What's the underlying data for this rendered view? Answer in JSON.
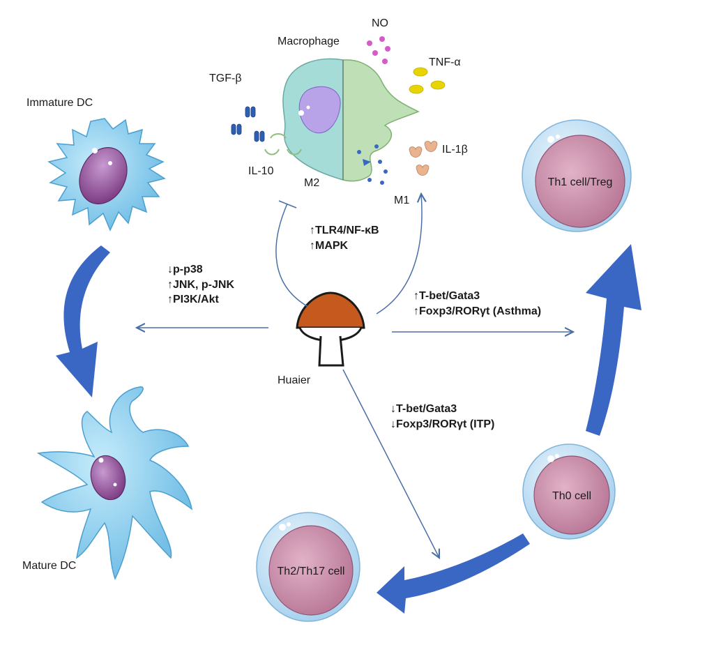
{
  "cells": {
    "immature_dc": "Immature DC",
    "mature_dc": "Mature DC",
    "macrophage": "Macrophage",
    "m2": "M2",
    "m1": "M1",
    "th1_treg": "Th1 cell/Treg",
    "th0": "Th0 cell",
    "th2_th17": "Th2/Th17 cell",
    "huaier": "Huaier"
  },
  "cytokines": {
    "no": "NO",
    "tnf": "TNF-α",
    "tgf": "TGF-β",
    "il10": "IL-10",
    "il1b": "IL-1β"
  },
  "pathways": {
    "dc": [
      "↓p-p38",
      "↑JNK, p-JNK",
      "↑PI3K/Akt"
    ],
    "macrophage": [
      "↑TLR4/NF-κB",
      "↑MAPK"
    ],
    "up_tcell": [
      "↑T-bet/Gata3",
      "↑Foxp3/RORγt (Asthma)"
    ],
    "down_tcell": [
      "↓T-bet/Gata3",
      "↓Foxp3/RORγt (ITP)"
    ]
  },
  "colors": {
    "arrow_thin": "#4a6fa5",
    "arrow_big": "#3a66c4",
    "dc_body": "#8ecdf0",
    "nucleus": "#9a5a9a",
    "macrophage_m2": "#a6dcd8",
    "macrophage_m1": "#bfe0b6",
    "tcell_outer": "#cfe6f5",
    "tcell_inner": "#c88aa6",
    "mushroom_cap": "#c65a1e",
    "tnf": "#e8d400",
    "no": "#d45bc8"
  },
  "icons": [
    "dendritic-cell",
    "macrophage",
    "t-cell",
    "mushroom",
    "receptor"
  ]
}
